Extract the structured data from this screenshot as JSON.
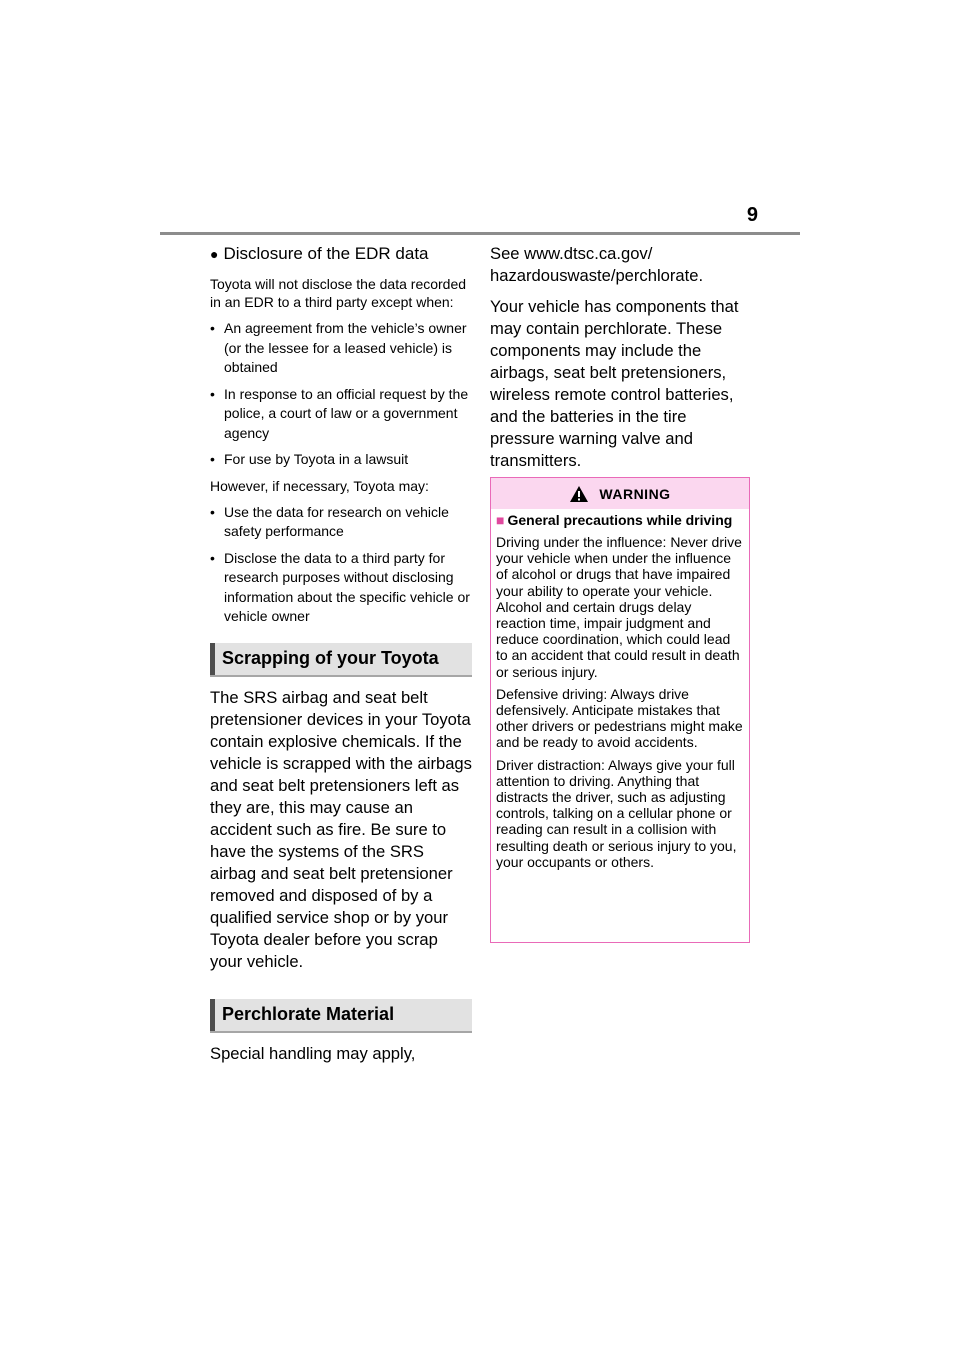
{
  "page_number": "9",
  "edr": {
    "title": "Disclosure of the EDR data",
    "intro": "Toyota will not disclose the data recorded in an EDR to a third party except when:",
    "conditions": [
      "An agreement from the vehicle’s owner (or the lessee for a leased vehicle) is obtained",
      "In response to an official request by the police, a court of law or a government agency",
      "For use by Toyota in a lawsuit"
    ],
    "however": "However, if necessary, Toyota may:",
    "permissions": [
      "Use the data for research on vehicle safety performance",
      "Disclose the data to a third party for research purposes without disclosing information about the specific vehicle or vehicle owner"
    ]
  },
  "scrapping": {
    "heading": "Scrapping of your Toyota",
    "body": "The SRS airbag and seat belt pretensioner devices in your Toyota contain explosive chemicals. If the vehicle is scrapped with the airbags and seat belt pretensioners left as they are, this may cause an accident such as fire. Be sure to have the systems of the SRS airbag and seat belt pretensioner removed and disposed of by a qualified service shop or by your Toyota dealer before you scrap your vehicle."
  },
  "perchlorate": {
    "heading": "Perchlorate Material",
    "body_start": "Special handling may apply,",
    "body_cont": "See www.dtsc.ca.gov/ hazardouswaste/perchlorate.",
    "components": "Your vehicle has components that may contain perchlorate. These components may include the airbags, seat belt pretensioners, wireless remote control batteries, and the batteries in the tire pressure warning valve and transmitters."
  },
  "warning": {
    "label": "WARNING",
    "subtitle": "General precautions while driving",
    "paragraphs": [
      "Driving under the influence: Never drive your vehicle when under the influence of alcohol or drugs that have impaired your ability to operate your vehicle. Alcohol and certain drugs delay reaction time, impair judgment and reduce coordination, which could lead to an accident that could result in death or serious injury.",
      "Defensive driving: Always drive defensively. Anticipate mistakes that other drivers or pedestrians might make and be ready to avoid accidents.",
      "Driver distraction: Always give your full attention to driving. Anything that distracts the driver, such as adjusting controls, talking on a cellular phone or reading can result in a collision with resulting death or serious injury to you, your occupants or others."
    ]
  },
  "glyphs": {
    "circle": "●",
    "bullet": "•",
    "square": "■"
  },
  "icons": {
    "warning": "warning-triangle-icon"
  },
  "colors": {
    "warning_border": "#e96ab8",
    "warning_header_bg": "#fbd7ef",
    "section_header_bg": "#e2e2e2",
    "section_bar": "#4d4d4d",
    "header_rule": "#8c8c8c"
  }
}
